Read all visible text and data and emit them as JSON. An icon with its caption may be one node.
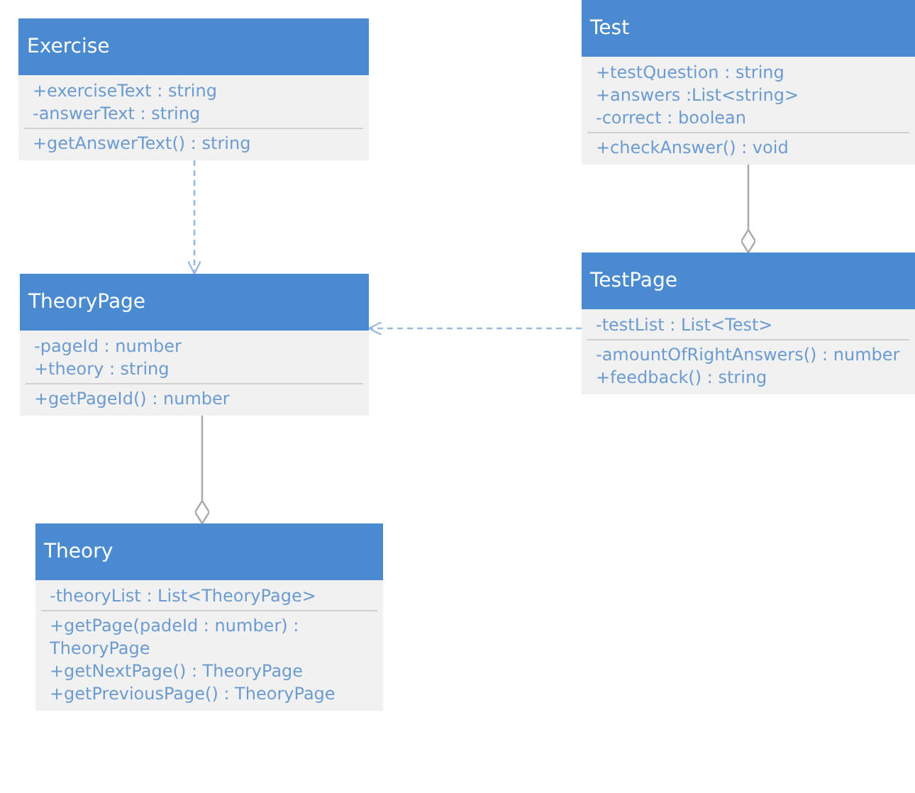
{
  "diagram": {
    "nodes": [
      {
        "text": [
          "Exercise",
          "+exerciseText : string",
          "-answerText : string",
          "+getAnswerText() : string"
        ]
      },
      {
        "text": [
          "Test",
          "+testQuestion : string",
          "+answers :List<string>",
          "-correct : boolean",
          "+checkAnswer() : void"
        ]
      },
      {
        "text": [
          "TheoryPage",
          "-pageId : number",
          "+theory : string",
          "+getPageId() : number"
        ]
      },
      {
        "text": [
          "TestPage",
          "-testList : List<Test>",
          "-amountOfRightAnswers() : number",
          "+feedback() : string"
        ]
      },
      {
        "text": [
          "Theory",
          "-theoryList : List<TheoryPage>",
          "+getPage(padeId : number) : TheoryPage",
          "+getNextPage() : TheoryPage",
          "+getPreviousPage() : TheoryPage"
        ]
      }
    ],
    "edges": [
      {
        "from": 0,
        "to": 2,
        "arrow": "to",
        "style": "dashed"
      },
      {
        "from": 3,
        "to": 2,
        "arrow": "to",
        "style": "dashed"
      },
      {
        "from": 1,
        "to": 3,
        "arrow": "other"
      },
      {
        "from": 2,
        "to": 4,
        "arrow": "other"
      }
    ]
  }
}
